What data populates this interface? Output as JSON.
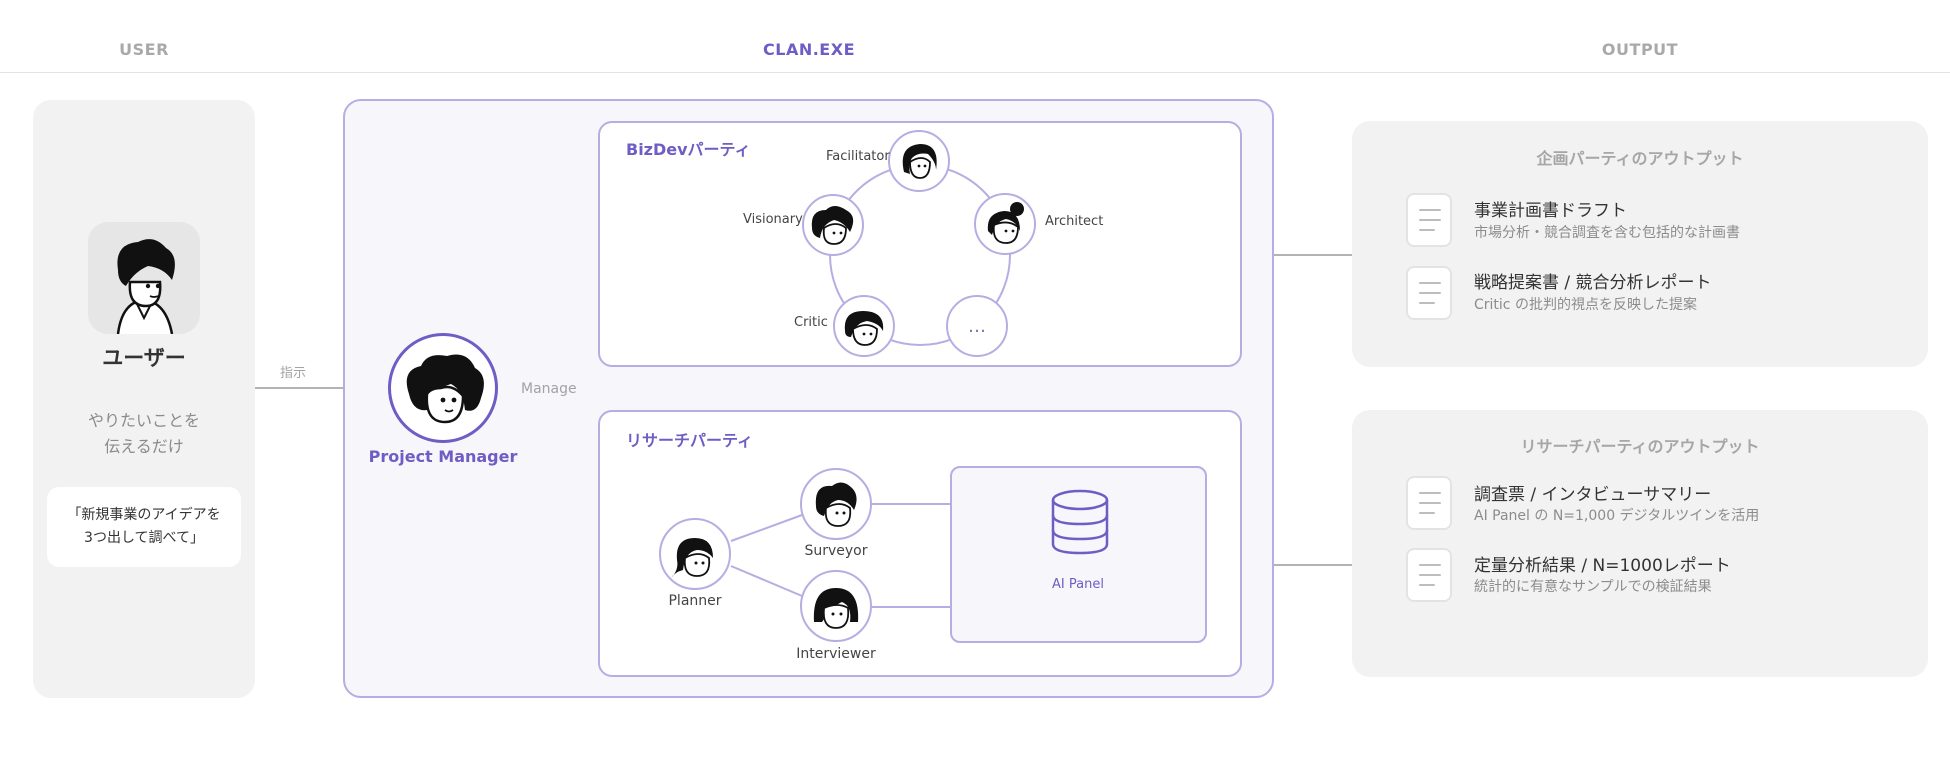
{
  "columns": {
    "user": "USER",
    "clan": "CLAN.EXE",
    "output": "OUTPUT"
  },
  "user": {
    "title": "ユーザー",
    "desc_line1": "やりたいことを",
    "desc_line2": "伝えるだけ",
    "quote_line1": "「新規事業のアイデアを",
    "quote_line2": "3つ出して調べて」",
    "edge_label": "指示"
  },
  "project_manager": {
    "label": "Project Manager",
    "edge_label": "Manage"
  },
  "bizdev": {
    "title": "BizDevパーティ",
    "agents": [
      "Facilitator",
      "Architect",
      "Visionary",
      "Critic"
    ],
    "more": "…"
  },
  "research": {
    "title": "リサーチパーティ",
    "agents": [
      "Planner",
      "Surveyor",
      "Interviewer"
    ],
    "ai_panel": "AI Panel"
  },
  "outputs": [
    {
      "title": "企画パーティのアウトプット",
      "items": [
        {
          "title": "事業計画書ドラフト",
          "sub": "市場分析・競合調査を含む包括的な計画書"
        },
        {
          "title": "戦略提案書 / 競合分析レポート",
          "sub": "Critic の批判的視点を反映した提案"
        }
      ]
    },
    {
      "title": "リサーチパーティのアウトプット",
      "items": [
        {
          "title": "調査票 / インタビューサマリー",
          "sub": "AI Panel の N=1,000 デジタルツインを活用"
        },
        {
          "title": "定量分析結果 / N=1000レポート",
          "sub": "統計的に有意なサンプルでの検証結果"
        }
      ]
    }
  ],
  "colors": {
    "accent": "#6f5cc4",
    "accent_light": "#b7ade2",
    "muted": "#a6a6a6"
  }
}
